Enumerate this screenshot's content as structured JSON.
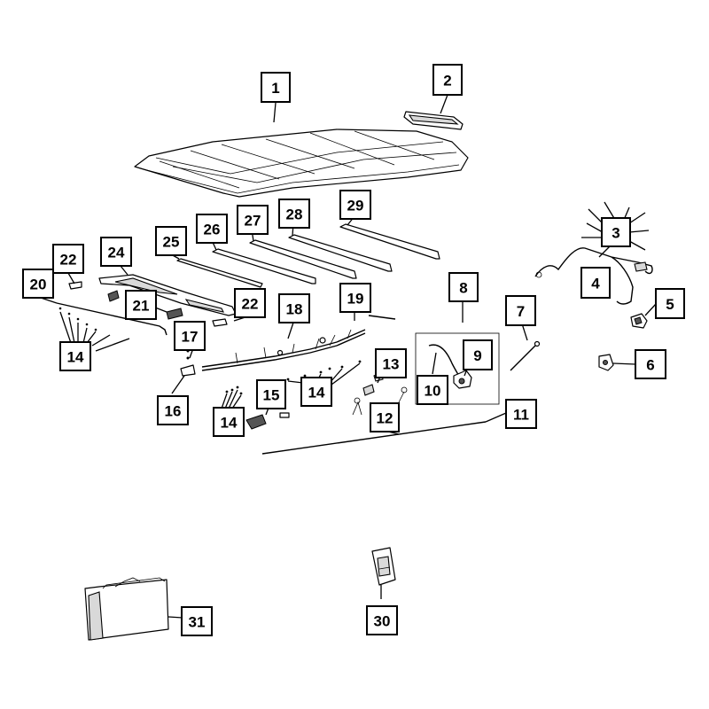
{
  "callouts": [
    {
      "id": "c1",
      "label": "1"
    },
    {
      "id": "c2",
      "label": "2"
    },
    {
      "id": "c3",
      "label": "3"
    },
    {
      "id": "c4",
      "label": "4"
    },
    {
      "id": "c5",
      "label": "5"
    },
    {
      "id": "c6",
      "label": "6"
    },
    {
      "id": "c7",
      "label": "7"
    },
    {
      "id": "c8",
      "label": "8"
    },
    {
      "id": "c9",
      "label": "9"
    },
    {
      "id": "c10",
      "label": "10"
    },
    {
      "id": "c11",
      "label": "11"
    },
    {
      "id": "c12",
      "label": "12"
    },
    {
      "id": "c13",
      "label": "13"
    },
    {
      "id": "c14a",
      "label": "14"
    },
    {
      "id": "c14b",
      "label": "14"
    },
    {
      "id": "c14c",
      "label": "14"
    },
    {
      "id": "c15",
      "label": "15"
    },
    {
      "id": "c16",
      "label": "16"
    },
    {
      "id": "c17",
      "label": "17"
    },
    {
      "id": "c18",
      "label": "18"
    },
    {
      "id": "c19",
      "label": "19"
    },
    {
      "id": "c20",
      "label": "20"
    },
    {
      "id": "c21",
      "label": "21"
    },
    {
      "id": "c22a",
      "label": "22"
    },
    {
      "id": "c22b",
      "label": "22"
    },
    {
      "id": "c24",
      "label": "24"
    },
    {
      "id": "c25",
      "label": "25"
    },
    {
      "id": "c26",
      "label": "26"
    },
    {
      "id": "c27",
      "label": "27"
    },
    {
      "id": "c28",
      "label": "28"
    },
    {
      "id": "c29",
      "label": "29"
    },
    {
      "id": "c30",
      "label": "30"
    },
    {
      "id": "c31",
      "label": "31"
    }
  ]
}
